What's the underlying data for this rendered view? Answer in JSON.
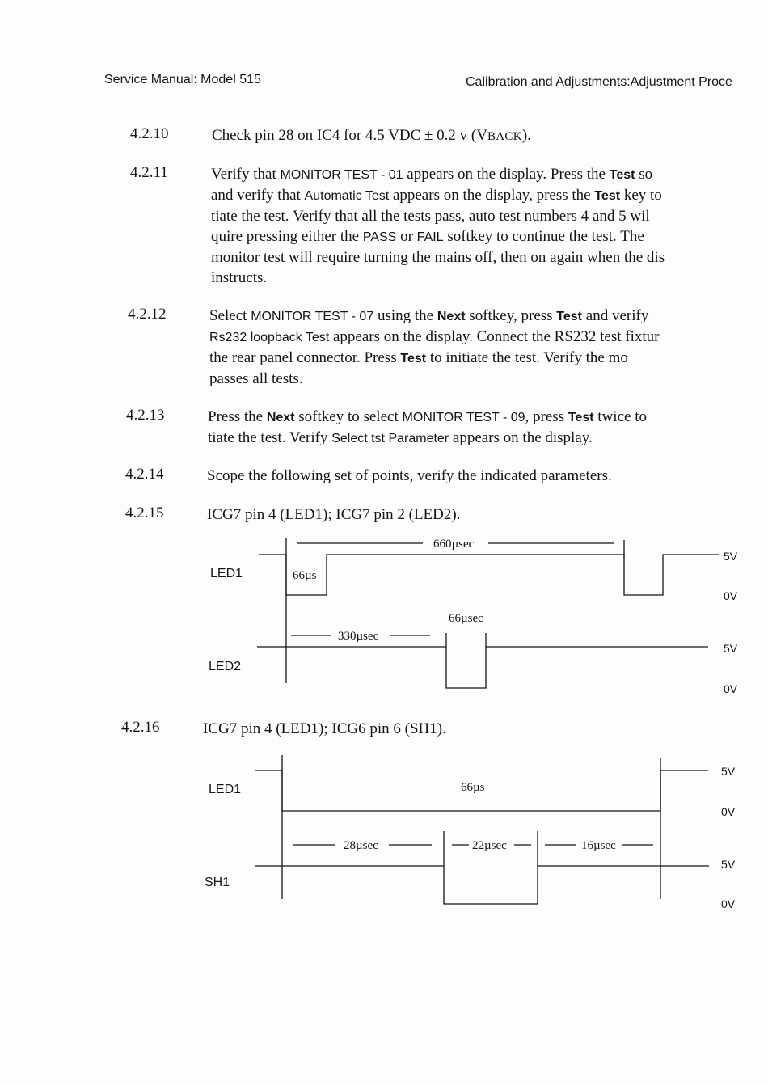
{
  "header": {
    "left": "Service Manual: Model 515",
    "right": "Calibration and Adjustments:Adjustment Proce"
  },
  "steps": [
    {
      "number": "4.2.10",
      "lines": [
        [
          "Check pin 28 on IC4 for 4.5 VDC ± 0.2 v (V",
          {
            "sc": "BACK"
          },
          ")."
        ]
      ]
    },
    {
      "number": "4.2.11",
      "lines": [
        [
          "Verify that ",
          {
            "k": "MONITOR TEST - 01"
          },
          " appears on the display. Press the ",
          {
            "kb": "Test"
          },
          " so"
        ],
        [
          "and verify that ",
          {
            "k": "Automatic Test"
          },
          " appears on the display, press the ",
          {
            "kb": "Test"
          },
          " key to"
        ],
        [
          "tiate the test. Verify that all the tests pass, auto test numbers 4 and 5 wil"
        ],
        [
          "quire pressing either the ",
          {
            "k": "PASS"
          },
          " or ",
          {
            "k": "FAIL"
          },
          " softkey to continue the test. The"
        ],
        [
          "monitor test will require turning the mains off, then on again when the dis"
        ],
        [
          "instructs."
        ]
      ]
    },
    {
      "number": "4.2.12",
      "lines": [
        [
          "Select ",
          {
            "k": "MONITOR TEST - 07"
          },
          " using the ",
          {
            "kb": "Next"
          },
          " softkey, press ",
          {
            "kb": "Test"
          },
          " and verify"
        ],
        [
          {
            "k": "Rs232 loopback Test"
          },
          " appears on the display. Connect the RS232 test fixtur"
        ],
        [
          "the rear panel connector. Press ",
          {
            "kb": "Test"
          },
          " to initiate the test. Verify the mo"
        ],
        [
          "passes all tests."
        ]
      ]
    },
    {
      "number": "4.2.13",
      "lines": [
        [
          "Press the ",
          {
            "kb": "Next"
          },
          " softkey to select ",
          {
            "k": "MONITOR TEST - 09"
          },
          ", press ",
          {
            "kb": "Test"
          },
          "  twice to"
        ],
        [
          "tiate the test. Verify ",
          {
            "k": "Select tst Parameter"
          },
          " appears on the display."
        ]
      ]
    },
    {
      "number": "4.2.14",
      "lines": [
        [
          "Scope the following set of points, verify the indicated parameters."
        ]
      ]
    },
    {
      "number": "4.2.15",
      "lines": [
        [
          "ICG7 pin 4 (LED1); ICG7 pin 2 (LED2)."
        ]
      ]
    },
    {
      "number": "4.2.16",
      "lines": [
        [
          "ICG7 pin 4 (LED1); ICG6 pin 6 (SH1)."
        ]
      ]
    }
  ],
  "diagram1": {
    "led1_label": "LED1",
    "led2_label": "LED2",
    "period_label": "660µsec",
    "pulse_label": "66µs",
    "led2_pulse_label": "66µsec",
    "led2_delay_label": "330µsec",
    "high_level": "5V",
    "low_level": "0V"
  },
  "diagram2": {
    "led1_label": "LED1",
    "sh1_label": "SH1",
    "pulse_label": "66µs",
    "seg1_label": "28µsec",
    "seg2_label": "22µsec",
    "seg3_label": "16µsec",
    "high_level": "5V",
    "low_level": "0V"
  }
}
